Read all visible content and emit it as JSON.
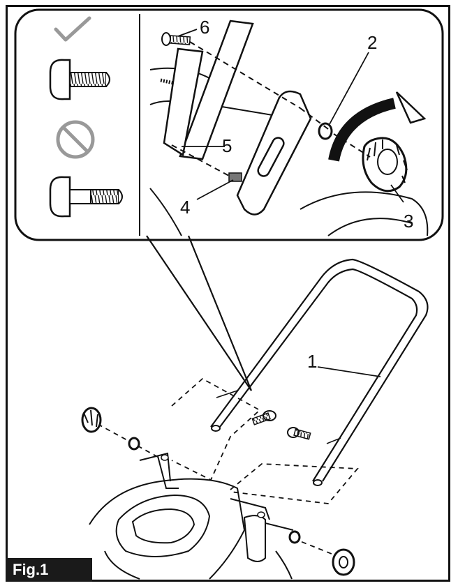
{
  "figure": {
    "label": "Fig.1"
  },
  "callouts": {
    "c1": "1",
    "c2": "2",
    "c3": "3",
    "c4": "4",
    "c5": "5",
    "c6": "6"
  },
  "icons": {
    "correct": "check-icon",
    "incorrect": "prohibited-icon"
  },
  "colors": {
    "ink": "#111111",
    "paper": "#ffffff",
    "label_bg": "#1a1a1a"
  }
}
